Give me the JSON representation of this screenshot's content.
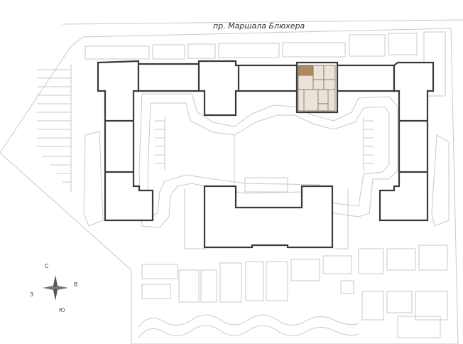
{
  "map": {
    "street_name": "пр. Маршала Блюхера",
    "compass": {
      "north": "С",
      "east": "В",
      "south": "Ю",
      "west": "З"
    },
    "colors": {
      "building_outline": "#3a3a3a",
      "ground_lines": "#c9c9c9",
      "apartment_fill": "#ebe3d7",
      "selected_apartment": "#ad8a5c"
    }
  }
}
